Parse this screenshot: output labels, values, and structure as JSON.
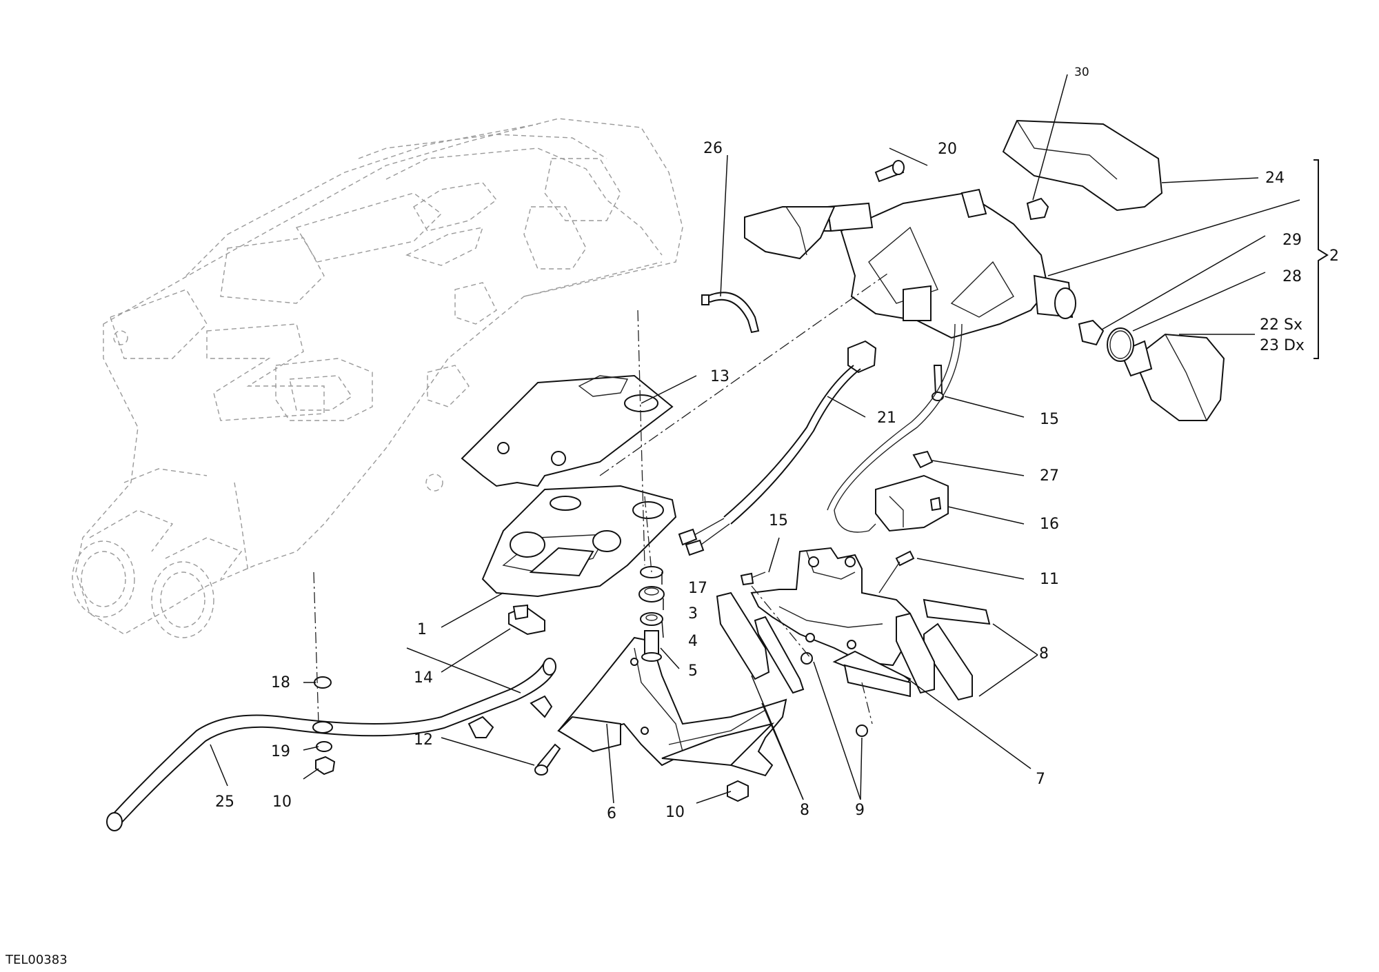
{
  "drawing_code": "TEL00383",
  "callouts": [
    {
      "id": "c1",
      "text": "1"
    },
    {
      "id": "c2",
      "text": "2"
    },
    {
      "id": "c3",
      "text": "3"
    },
    {
      "id": "c4",
      "text": "4"
    },
    {
      "id": "c5",
      "text": "5"
    },
    {
      "id": "c6",
      "text": "6"
    },
    {
      "id": "c7",
      "text": "7"
    },
    {
      "id": "c8a",
      "text": "8"
    },
    {
      "id": "c8b",
      "text": "8"
    },
    {
      "id": "c9",
      "text": "9"
    },
    {
      "id": "c10a",
      "text": "10"
    },
    {
      "id": "c10b",
      "text": "10"
    },
    {
      "id": "c11",
      "text": "11"
    },
    {
      "id": "c12",
      "text": "12"
    },
    {
      "id": "c13",
      "text": "13"
    },
    {
      "id": "c14",
      "text": "14"
    },
    {
      "id": "c15a",
      "text": "15"
    },
    {
      "id": "c15b",
      "text": "15"
    },
    {
      "id": "c16",
      "text": "16"
    },
    {
      "id": "c17",
      "text": "17"
    },
    {
      "id": "c18",
      "text": "18"
    },
    {
      "id": "c19",
      "text": "19"
    },
    {
      "id": "c20",
      "text": "20"
    },
    {
      "id": "c21",
      "text": "21"
    },
    {
      "id": "c22",
      "text": "22 Sx"
    },
    {
      "id": "c23",
      "text": "23 Dx"
    },
    {
      "id": "c24",
      "text": "24"
    },
    {
      "id": "c25",
      "text": "25"
    },
    {
      "id": "c26",
      "text": "26"
    },
    {
      "id": "c27",
      "text": "27"
    },
    {
      "id": "c28",
      "text": "28"
    },
    {
      "id": "c29",
      "text": "29"
    },
    {
      "id": "c30",
      "text": "30"
    }
  ]
}
